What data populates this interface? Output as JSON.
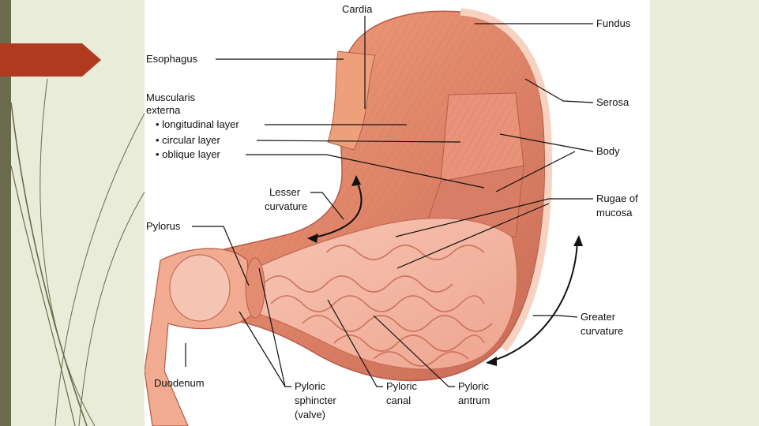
{
  "labels": {
    "cardia": "Cardia",
    "fundus": "Fundus",
    "esophagus": "Esophagus",
    "muscularis_1": "Muscularis",
    "muscularis_2": "externa",
    "longitudinal": "• longitudinal layer",
    "circular": "• circular layer",
    "oblique": "• oblique layer",
    "serosa": "Serosa",
    "body": "Body",
    "lesser_1": "Lesser",
    "lesser_2": "curvature",
    "rugae_1": "Rugae of",
    "rugae_2": "mucosa",
    "pylorus": "Pylorus",
    "greater_1": "Greater",
    "greater_2": "curvature",
    "duodenum": "Duodenum",
    "sphincter_1": "Pyloric",
    "sphincter_2": "sphincter",
    "sphincter_3": "(valve)",
    "canal_1": "Pyloric",
    "canal_2": "canal",
    "antrum_1": "Pyloric",
    "antrum_2": "antrum"
  },
  "colors": {
    "background": "#e8ecd9",
    "sidebar": "#6b6a4c",
    "arrow_tab": "#b03a1e",
    "muscle": "#e08a68",
    "mucosa": "#f4b9a4"
  }
}
